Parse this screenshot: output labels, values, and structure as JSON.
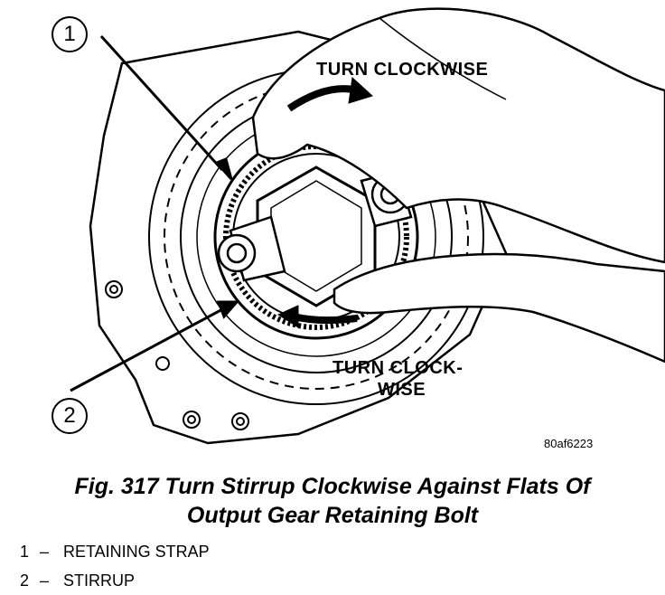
{
  "labels": {
    "turn_clockwise_top": "TURN CLOCKWISE",
    "turn_clockwise_bottom_line1": "TURN CLOCK-",
    "turn_clockwise_bottom_line2": "WISE",
    "figure_code": "80af6223"
  },
  "callouts": [
    "1",
    "2"
  ],
  "caption": {
    "line1": "Fig. 317 Turn Stirrup Clockwise Against Flats Of",
    "line2": "Output Gear Retaining Bolt"
  },
  "legend": [
    {
      "num": "1",
      "dash": "–",
      "text": "RETAINING STRAP"
    },
    {
      "num": "2",
      "dash": "–",
      "text": "STIRRUP"
    }
  ]
}
